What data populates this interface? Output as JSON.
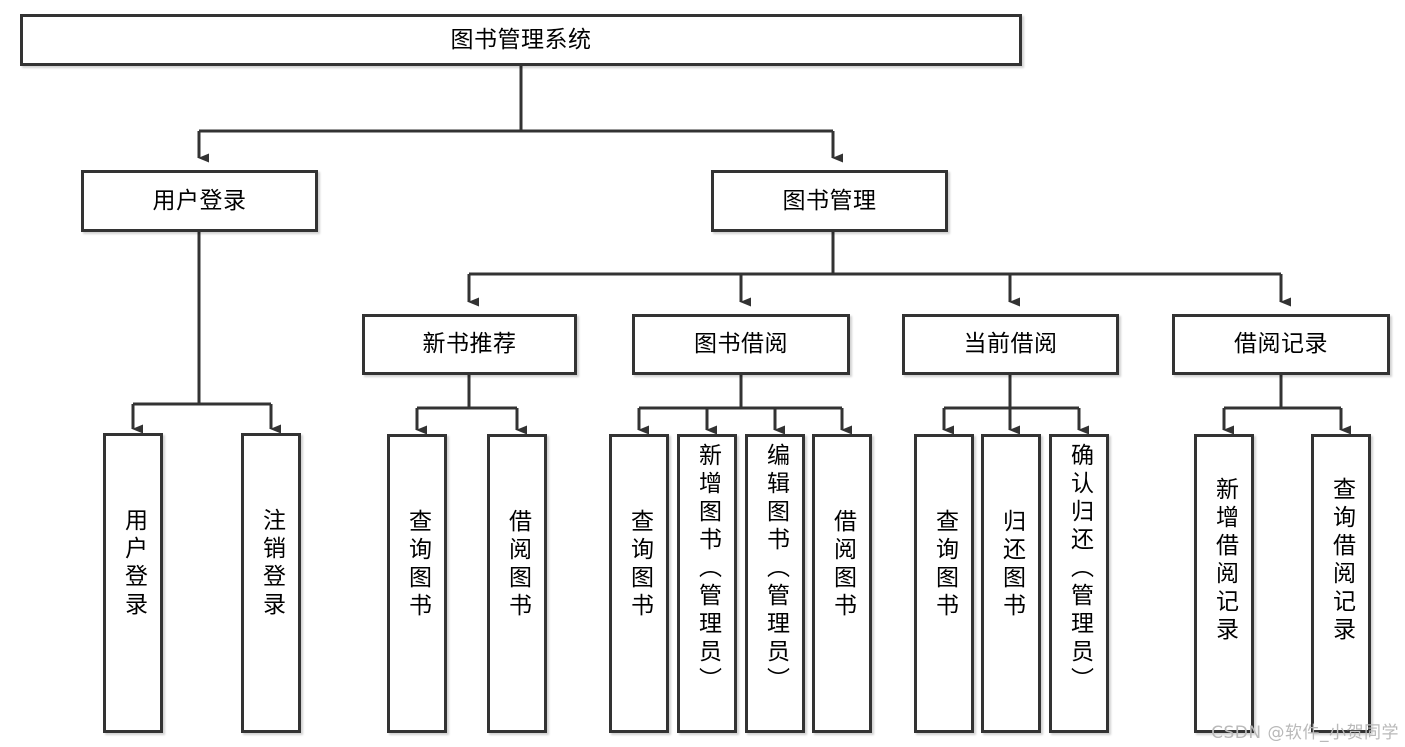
{
  "diagram": {
    "title": "图书管理系统",
    "type": "hierarchy-tree",
    "watermark": "CSDN @软件_小贺同学",
    "colors": {
      "stroke": "#333333",
      "fill": "#ffffff",
      "text": "#000000",
      "watermark": "#b9b9b9"
    },
    "nodes": {
      "root": {
        "label": "图书管理系统"
      },
      "level1": [
        {
          "label": "用户登录"
        },
        {
          "label": "图书管理"
        }
      ],
      "level2": [
        {
          "label": "新书推荐"
        },
        {
          "label": "图书借阅"
        },
        {
          "label": "当前借阅"
        },
        {
          "label": "借阅记录"
        }
      ],
      "leaves": {
        "user_login": [
          {
            "label": "用户登录"
          },
          {
            "label": "注销登录"
          }
        ],
        "new_book": [
          {
            "label": "查询图书"
          },
          {
            "label": "借阅图书"
          }
        ],
        "borrow_book": [
          {
            "label": "查询图书"
          },
          {
            "label": "新增图书（管理员）"
          },
          {
            "label": "编辑图书（管理员）"
          },
          {
            "label": "借阅图书"
          }
        ],
        "current_borrow": [
          {
            "label": "查询图书"
          },
          {
            "label": "归还图书"
          },
          {
            "label": "确认归还（管理员）"
          }
        ],
        "borrow_record": [
          {
            "label": "新增借阅记录"
          },
          {
            "label": "查询借阅记录"
          }
        ]
      }
    }
  }
}
